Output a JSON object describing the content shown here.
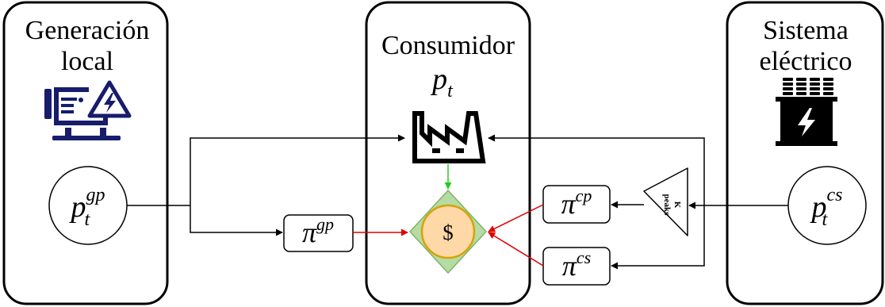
{
  "blocks": {
    "generation": {
      "title_line1": "Generación",
      "title_line2": "local",
      "node_base": "p",
      "node_sub": "t",
      "node_sup": "gp"
    },
    "consumer": {
      "title": "Consumidor",
      "var_base": "p",
      "var_sub": "t"
    },
    "grid": {
      "title_line1": "Sistema",
      "title_line2": "eléctrico",
      "node_base": "p",
      "node_sub": "t",
      "node_sup": "cs"
    }
  },
  "prices": {
    "gp": {
      "base": "π",
      "sup": "gp"
    },
    "cp": {
      "base": "π",
      "sup": "cp"
    },
    "cs": {
      "base": "π",
      "sup": "cs"
    }
  },
  "cost_node": {
    "symbol": "$"
  },
  "peaks_block": {
    "line1": "K",
    "line2": "peaks"
  },
  "colors": {
    "generator_icon": "#171c6b",
    "factory_icon": "#000000",
    "transformer_icon": "#000000",
    "red_arrow": "#e00000",
    "green_arrow": "#22cc22",
    "diamond_fill": "#b5dca4",
    "diamond_stroke": "#82b366",
    "coin_fill": "#ffd8a8",
    "coin_stroke": "#d6a300"
  }
}
